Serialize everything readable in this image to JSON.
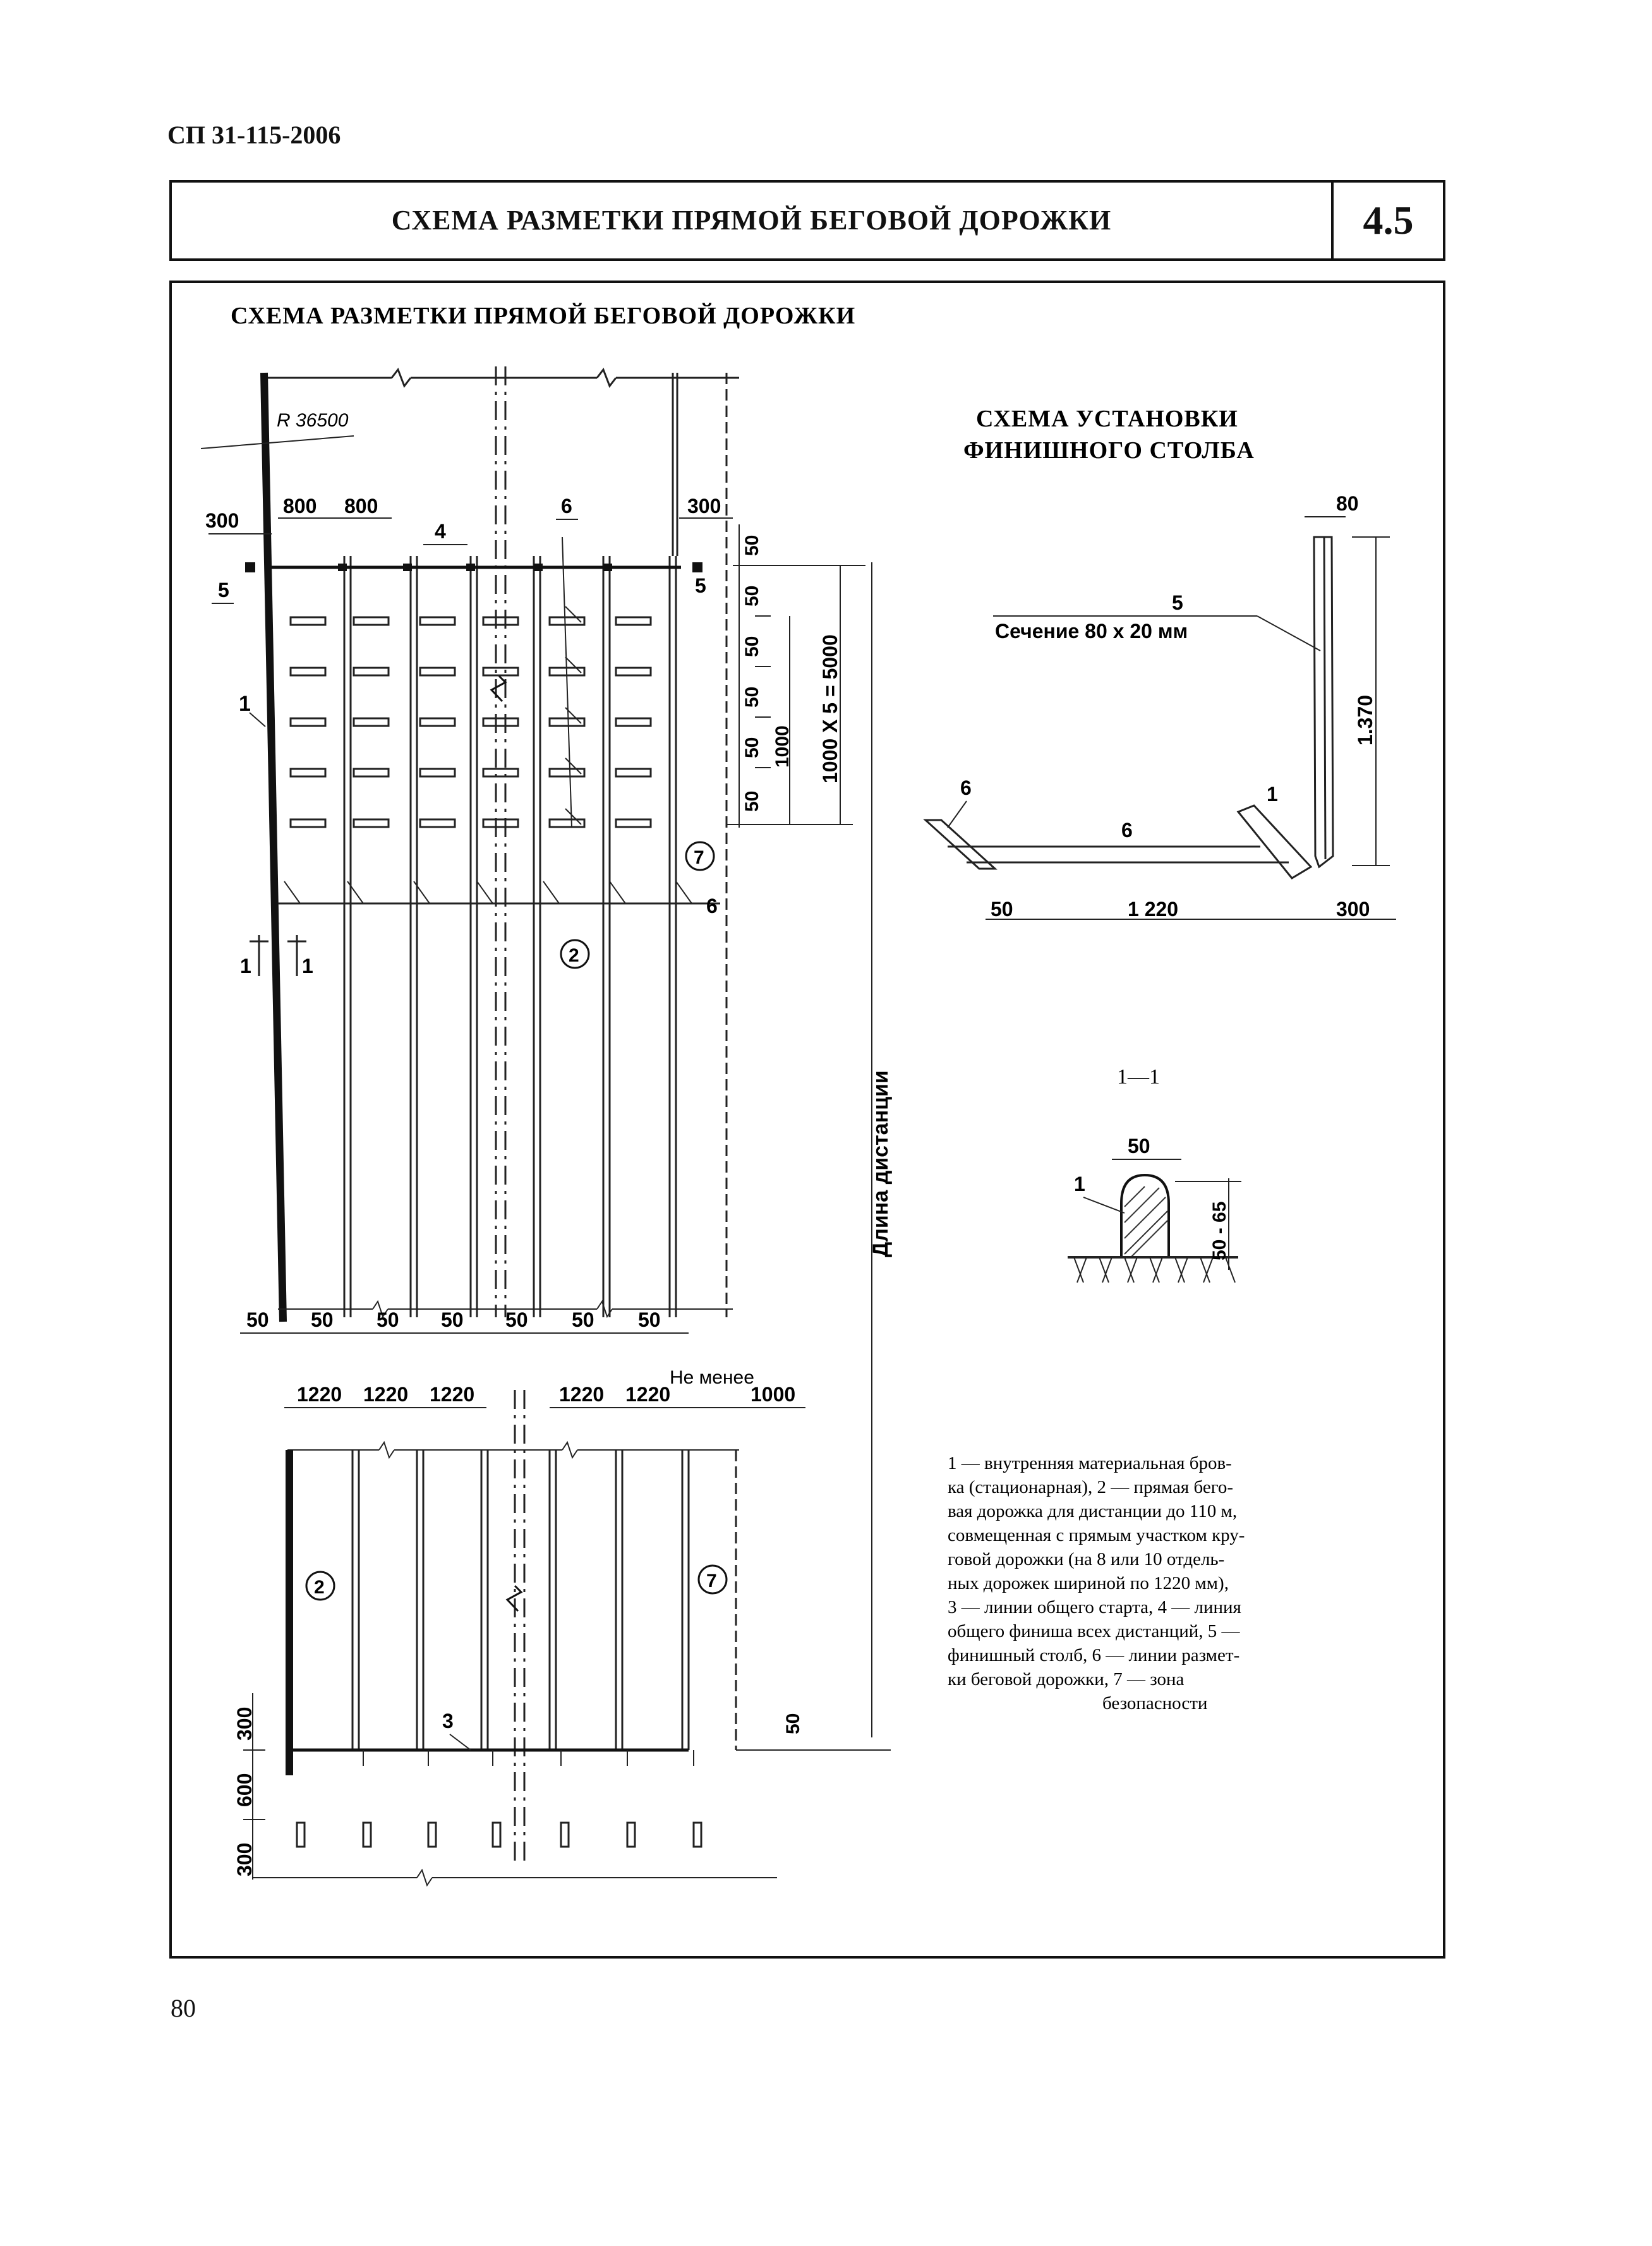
{
  "header": {
    "doc_code": "СП 31-115-2006",
    "title": "СХЕМА РАЗМЕТКИ ПРЯМОЙ БЕГОВОЙ ДОРОЖКИ",
    "sheet_number": "4.5"
  },
  "main_diagram": {
    "title": "СХЕМА РАЗМЕТКИ ПРЯМОЙ БЕГОВОЙ ДОРОЖКИ",
    "radius_label": "R 36500",
    "dim_300_left": "300",
    "dim_800_a": "800",
    "dim_800_b": "800",
    "dim_300_right": "300",
    "dim_50_list": [
      "50",
      "50",
      "50",
      "50",
      "50",
      "50"
    ],
    "dim_1000": "1000",
    "dim_1000x5": "1000 X 5 = 5000",
    "distance_length": "Длина дистанции",
    "bottom_50_list": [
      "50",
      "50",
      "50",
      "50",
      "50",
      "50",
      "50"
    ],
    "not_less": "Не менее",
    "lane_width_list": [
      "1220",
      "1220",
      "1220",
      "1220",
      "1220"
    ],
    "dim_1000_bottom": "1000",
    "dim_50_start": "50",
    "dim_300_a": "300",
    "dim_600": "600",
    "dim_300_b": "300",
    "callouts": {
      "c1": "1",
      "c1a": "1",
      "c1b": "1",
      "c4": "4",
      "c5a": "5",
      "c5b": "5",
      "c6a": "6",
      "c6b": "6",
      "c3": "3",
      "c2": "2",
      "c2b": "2",
      "c7": "7",
      "c7b": "7"
    }
  },
  "post_diagram": {
    "title_line1": "СХЕМА УСТАНОВКИ",
    "title_line2": "ФИНИШНОГО СТОЛБА",
    "dim_80": "80",
    "label_5": "5",
    "section_text": "Сечение 80 х 20 мм",
    "dim_1370": "1.370",
    "label_6a": "6",
    "label_6b": "6",
    "label_1": "1",
    "dim_50": "50",
    "dim_1220": "1 220",
    "dim_300": "300"
  },
  "section_diagram": {
    "title": "1—1",
    "dim_50": "50",
    "dim_50_65": "50 - 65",
    "label_1": "1"
  },
  "legend": {
    "lines": [
      "1 — внутренняя материальная бров-",
      "ка (стационарная), 2 — прямая бего-",
      "вая дорожка для дистанции до 110 м,",
      "совмещенная с прямым участком кру-",
      "говой дорожки (на 8 или 10 отдель-",
      "ных дорожек шириной по 1220 мм),",
      "3 — линии общего старта, 4 — линия",
      "общего финиша всех дистанций, 5 —",
      "финишный столб, 6 — линии размет-",
      "ки беговой дорожки, 7 — зона",
      "безопасности"
    ]
  },
  "page_number": "80"
}
